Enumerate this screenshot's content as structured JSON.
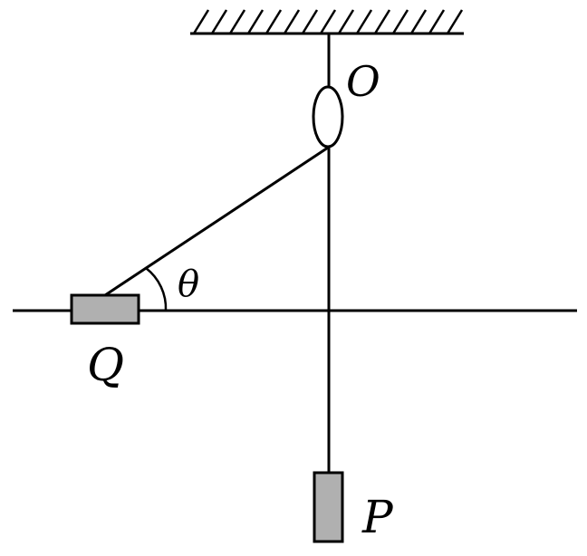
{
  "labels": {
    "pivot": "O",
    "slider": "Q",
    "weight": "P",
    "angle": "θ"
  },
  "colors": {
    "line": "#000000",
    "block_fill": "#b0b0b0",
    "background": "#ffffff"
  }
}
